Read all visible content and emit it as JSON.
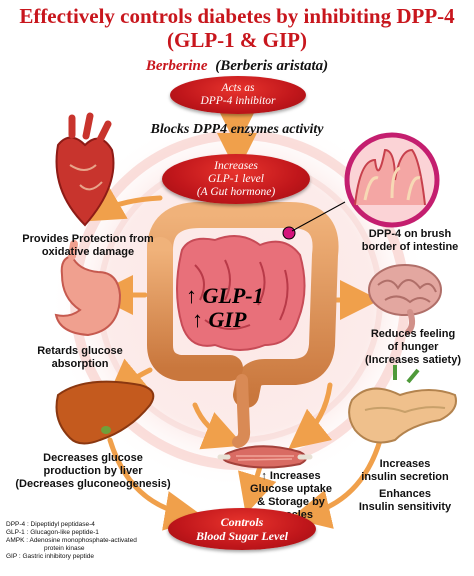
{
  "title": {
    "line1": "Effectively controls diabetes by inhibiting DPP-4",
    "line2": "(GLP-1 & GIP)"
  },
  "subtitle": {
    "compound": "Berberine",
    "species": "(Berberis aristata)"
  },
  "pills": {
    "acts": [
      "Acts as",
      "DPP-4 inhibitor"
    ],
    "increases": [
      "Increases",
      "GLP-1 level",
      "(A Gut hormone)"
    ],
    "controls": [
      "Controls",
      "Blood Sugar Level"
    ]
  },
  "blocks_text": "Blocks DPP4 enzymes activity",
  "center": {
    "glp": "↑ GLP-1",
    "gip": "↑ GIP"
  },
  "labels": {
    "heart": [
      "Provides Protection from",
      "oxidative damage"
    ],
    "stomach": [
      "Retards glucose",
      "absorption"
    ],
    "liver": [
      "Decreases glucose",
      "production by liver",
      "(Decreases gluconeogenesis)"
    ],
    "intestine": [
      "DPP-4 on brush",
      "border of intestine"
    ],
    "brain": [
      "Reduces feeling",
      "of hunger",
      "(Increases satiety)"
    ],
    "pancreas": [
      "Increases",
      "insulin secretion",
      "Enhances",
      "Insulin sensitivity"
    ],
    "muscle": [
      "↑ Increases",
      "Glucose uptake",
      "& Storage by",
      "muscles"
    ]
  },
  "legend": [
    "DPP-4 : Dipeptidyl peptidase-4",
    "GLP-1 : Glucagon-like peptide-1",
    "AMPK : Adenosine monophosphate-activated",
    "protein kinase",
    "GIP : Gastric inhibitory peptide"
  ],
  "colors": {
    "title_red": "#c8161d",
    "pill_red": "#c0161b",
    "arrow_orange": "#f0a04b"
  }
}
